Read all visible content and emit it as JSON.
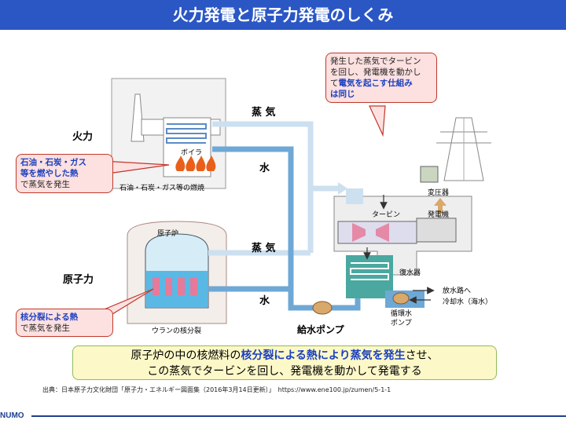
{
  "header": {
    "title": "火力発電と原子力発電のしくみ"
  },
  "labels": {
    "thermal": "火力",
    "nuclear": "原子力",
    "steam_top": "蒸 気",
    "water_top": "水",
    "steam_bottom": "蒸 気",
    "water_bottom": "水",
    "boiler": "ボイラ",
    "thermal_fuel": "石油・石炭・ガス等の燃焼",
    "reactor": "原子炉",
    "uranium": "ウランの核分裂",
    "turbine": "タービン",
    "generator": "発電機",
    "transformer": "変圧器",
    "condenser": "復水器",
    "discharge": "放水路へ",
    "cooling_water": "冷却水（海水）",
    "circ_pump_1": "循環水",
    "circ_pump_2": "ポンプ",
    "feed_pump": "給水ポンプ"
  },
  "callouts": {
    "thermal": {
      "hl1": "石油・石炭・ガス",
      "hl2": "等を燃やした熱",
      "text": "で蒸気を発生"
    },
    "nuclear": {
      "hl": "核分裂による熱",
      "text": "で蒸気を発生"
    },
    "turbine": {
      "line1": "発生した蒸気でタービン",
      "line2": "を回し、発電機を動かし",
      "line3_pre": "て",
      "hl1": "電気を起こす仕組み",
      "hl2": "は同じ"
    }
  },
  "summary": {
    "pre": "原子炉の中の核燃料の",
    "hl": "核分裂による熱により蒸気を発生",
    "post": "させ、",
    "line2": "この蒸気でタービンを回し、発電機を動かして発電する"
  },
  "source": "出典：日本原子力文化財団「原子力・エネルギー図面集（2016年3月14日更新）」　https://www.ene100.jp/zumen/5-1-1",
  "logo": "NUMO",
  "colors": {
    "header": "#2b57c5",
    "pipe": "#6ea8d6",
    "steam_pipe": "#cde0f0",
    "highlight": "#1a3fbf",
    "callout_border": "#c0392b"
  }
}
